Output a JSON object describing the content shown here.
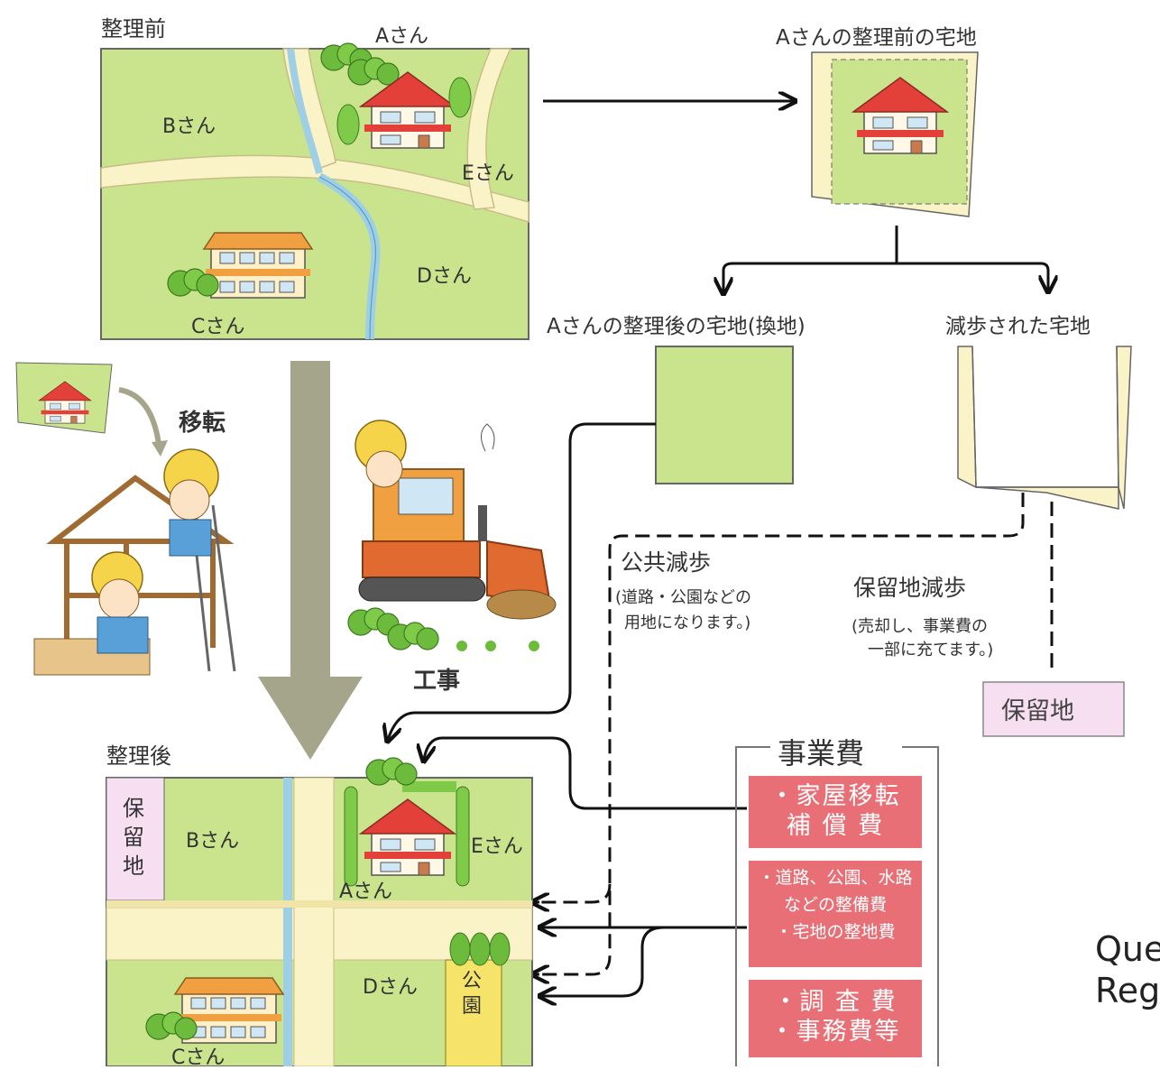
{
  "before": {
    "title": "整理前",
    "owners": {
      "a": "Aさん",
      "b": "Bさん",
      "c": "Cさん",
      "d": "Dさん",
      "e": "Eさん"
    }
  },
  "a_plot_before_title": "Aさんの整理前の宅地",
  "a_plot_after_title": "Aさんの整理後の宅地(換地)",
  "reduced_title": "減歩された宅地",
  "relocation": "移転",
  "construction": "工事",
  "public_reduction": {
    "title": "公共減歩",
    "note1": "(道路・公園などの",
    "note2": "用地になります。)"
  },
  "reserve_reduction": {
    "title": "保留地減歩",
    "note1": "(売却し、事業費の",
    "note2": "一部に充てます。)"
  },
  "reserve_land": "保留地",
  "project_cost": {
    "title": "事業費",
    "item1_line1": "・家屋移転",
    "item1_line2": "補 償 費",
    "item2_line1": "・道路、公園、水路",
    "item2_line2": "などの整備費",
    "item2_line3": "・宅地の整地費",
    "item3_line1": "・調 査 費",
    "item3_line2": "・事務費等"
  },
  "after": {
    "title": "整理後",
    "reserve_vertical": [
      "保",
      "留",
      "地"
    ],
    "owners": {
      "a": "Aさん",
      "b": "Bさん",
      "c": "Cさん",
      "d": "Dさん",
      "e": "Eさん"
    },
    "park": [
      "公",
      "園"
    ]
  },
  "overlay_text": {
    "line1": "Que",
    "line2": "Reg"
  },
  "colors": {
    "field": "#c9e48d",
    "road": "#fbf3c8",
    "river": "#9ecfe5",
    "roof": "#e3403a",
    "cost_box": "#e96f76",
    "reserve": "#f6dff0",
    "arrow_gray": "#a4a58a"
  }
}
